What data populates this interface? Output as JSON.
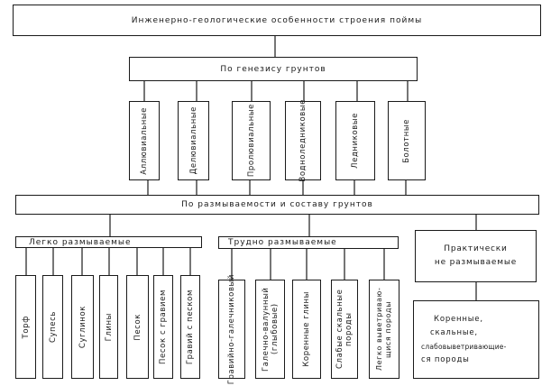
{
  "title": "Инженерно-геологические особенности строения поймы",
  "genesis": {
    "label": "По генезису грунтов",
    "items": [
      "Аллювиальные",
      "Делювиальные",
      "Пролювиальные",
      "Водноледниковые",
      "Ледниковые",
      "Болотные"
    ]
  },
  "erosion": {
    "label": "По размываемости и составу грунтов",
    "easy": {
      "label": "Легко размываемые",
      "items": [
        "Торф",
        "Супесь",
        "Суглинок",
        "Глины",
        "Песок",
        "Песок с гравием",
        "Гравий с песком"
      ]
    },
    "hard": {
      "label": "Трудно размываемые",
      "items": [
        "Гравийно-галечниковый",
        "Галечно-валунный (глыбовые)",
        "Коренные глины",
        "Слабые скальные породы",
        "Легко выветриваю-щися породы"
      ]
    },
    "practical": {
      "label_line1": "Практически",
      "label_line2": "не размываемые",
      "detail_line1": "Коренные,",
      "detail_line2": "скальные,",
      "detail_line3": "слабовыветривающие-",
      "detail_line4": "ся породы"
    }
  }
}
